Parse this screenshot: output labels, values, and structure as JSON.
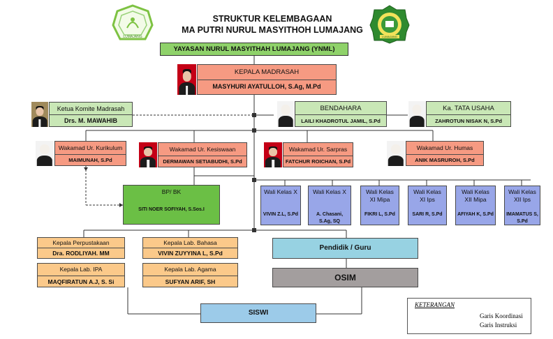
{
  "header": {
    "title_line1": "STRUKTUR KELEMBAGAAN",
    "title_line2": "MA PUTRI NURUL MASYITHOH LUMAJANG"
  },
  "logos": {
    "left_icon": "rmi-emblem-icon",
    "left_caption": "LUMAJANG",
    "right_icon": "madrasah-emblem-icon",
    "right_caption": "LUMAJANG"
  },
  "yayasan": {
    "label": "YAYASAN NURUL MASYITHAH LUMAJANG (YNML)"
  },
  "kepala": {
    "title": "KEPALA MADRASAH",
    "name": "MASYHURI AYATULLOH, S.Ag, M.Pd"
  },
  "komite": {
    "title": "Ketua Komite Madrasah",
    "name": "Drs. M. MAWAHIB"
  },
  "bendahara": {
    "title": "BENDAHARA",
    "name": "LAILI KHADROTUL JAMIL, S.Pd"
  },
  "tata_usaha": {
    "title": "Ka. TATA USAHA",
    "name": "ZAHROTUN NISAK N, S.Pd"
  },
  "wakamad": [
    {
      "title": "Wakamad Ur. Kurikulum",
      "name": "MAIMUNAH, S.Pd"
    },
    {
      "title": "Wakamad Ur. Kesiswaan",
      "name": "DERMAWAN SETIABUDHI, S.Pd"
    },
    {
      "title": "Wakamad Ur. Sarpras",
      "name": "FATCHUR ROICHAN, S.Pd"
    },
    {
      "title": "Wakamad Ur. Humas",
      "name": "ANIK MASRUROH, S.Pd"
    }
  ],
  "bpbk": {
    "title": "BP/ BK",
    "name": "SITI NOER SOFIYAH, S.Sos.I"
  },
  "wali_kelas": [
    {
      "title": "Wali Kelas X",
      "name": "VIVIN Z.L, S.Pd"
    },
    {
      "title": "Wali Kelas X",
      "name": "A. Chasani, S.Ag, SQ"
    },
    {
      "title": "Wali Kelas XI Mipa",
      "name": "FIKRI L, S.Pd"
    },
    {
      "title": "Wali Kelas XI Ips",
      "name": "SARI R, S.Pd"
    },
    {
      "title": "Wali Kelas XII Mipa",
      "name": "AFIYAH K, S.Pd"
    },
    {
      "title": "Wali Kelas XII Ips",
      "name": "IMAMATUS S, S.Pd"
    }
  ],
  "kepala_unit": [
    {
      "title": "Kepala Perpustakaan",
      "name": "Dra. RODLIYAH. MM"
    },
    {
      "title": "Kepala Lab. Bahasa",
      "name": "VIVIN ZUYYINA L, S.Pd"
    },
    {
      "title": "Kepala Lab. IPA",
      "name": "MAQFIRATUN A.J, S. Si"
    },
    {
      "title": "Kepala Lab. Agama",
      "name": "SUFYAN ARIF, SH"
    }
  ],
  "pendidik": {
    "label": "Pendidik / Guru"
  },
  "osim": {
    "label": "OSIM"
  },
  "siswi": {
    "label": "SISWI"
  },
  "legend": {
    "title": "KETERANGAN",
    "koordinasi": "Garis Koordinasi",
    "instruksi": "Garis Instruksi"
  },
  "colors": {
    "yayasan": "#8fd26a",
    "salmon": "#f69a82",
    "light_green": "#c9e7b6",
    "bpbk_green": "#6bbf45",
    "wali_blue": "#98a6e8",
    "kepala_unit_orange": "#fbc98a",
    "pendidik_teal": "#97d2e2",
    "osim_gray": "#a39e9e",
    "siswi_blue": "#9ccbe9",
    "photo_red": "#c40016"
  }
}
